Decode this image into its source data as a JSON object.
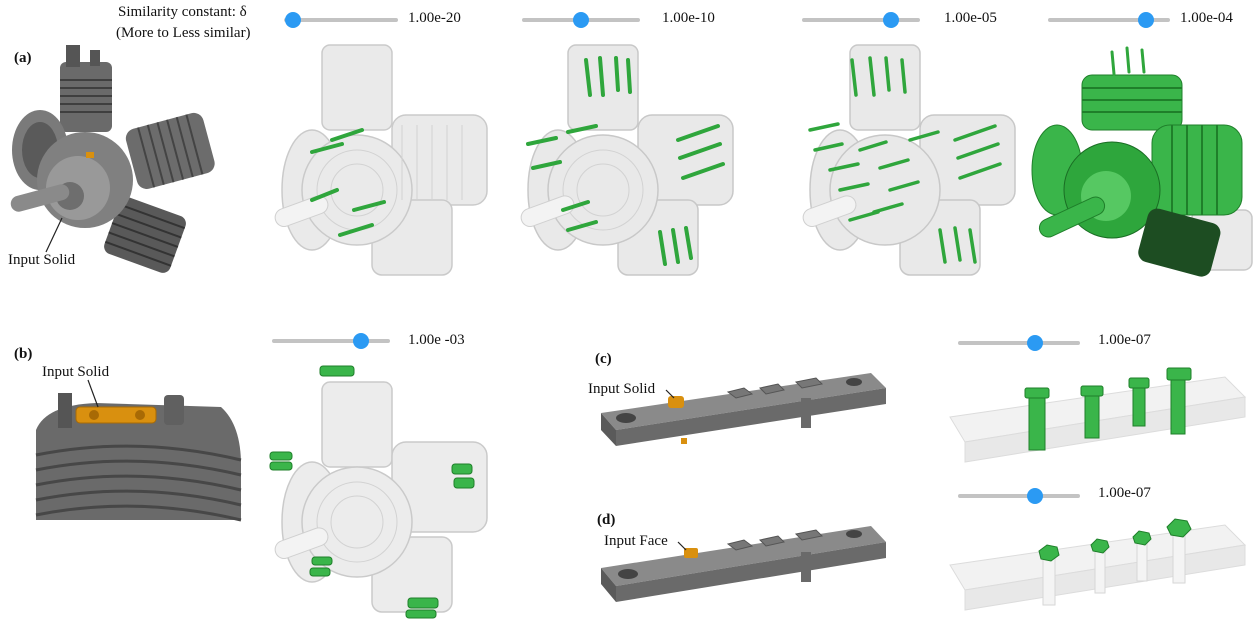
{
  "similarity_title": "Similarity constant: δ",
  "similarity_subtitle": "(More to Less similar)",
  "panel_labels": {
    "a": "(a)",
    "b": "(b)",
    "c": "(c)",
    "d": "(d)"
  },
  "annotations": {
    "a_input": "Input Solid",
    "b_input": "Input Solid",
    "c_input": "Input Solid",
    "d_input": "Input Face"
  },
  "sliders": [
    {
      "id": "s1",
      "value_label": "1.00e-20",
      "level": 0.08
    },
    {
      "id": "s2",
      "value_label": "1.00e-10",
      "level": 0.5
    },
    {
      "id": "s3",
      "value_label": "1.00e-05",
      "level": 0.75
    },
    {
      "id": "s4",
      "value_label": "1.00e-04",
      "level": 0.8
    },
    {
      "id": "s5",
      "value_label": "1.00e -03",
      "level": 0.75
    },
    {
      "id": "s6",
      "value_label": "1.00e-07",
      "level": 0.63
    },
    {
      "id": "s7",
      "value_label": "1.00e-07",
      "level": 0.63
    }
  ],
  "colors": {
    "accent": "#2b9af3",
    "highlight": "#3fb54a",
    "selected": "#d9900f",
    "solid": "#6b6b6b"
  }
}
